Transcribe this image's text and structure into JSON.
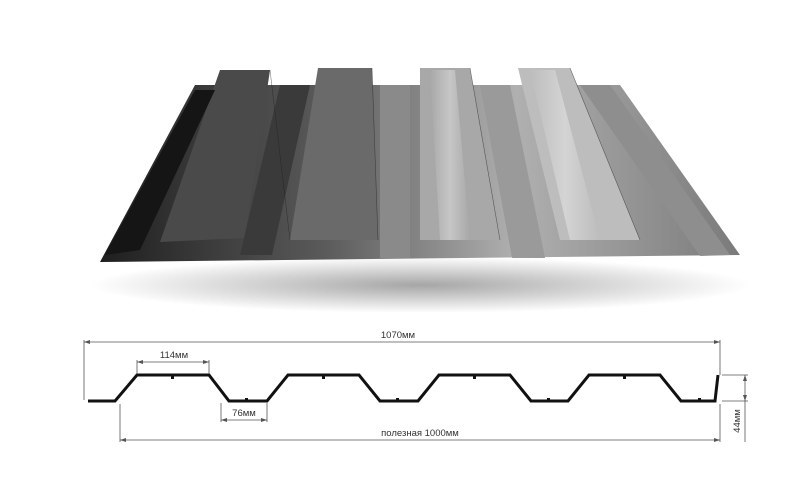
{
  "dimensions": {
    "total_width": "1070мм",
    "top_flange": "114мм",
    "bottom_flange": "76мм",
    "useful_width": "полезная 1000мм",
    "height": "44мм"
  },
  "colors": {
    "sheet_dark": "#2a2a2a",
    "sheet_light": "#c8c8c8",
    "profile_line": "#111111",
    "dim_line": "#555555"
  }
}
